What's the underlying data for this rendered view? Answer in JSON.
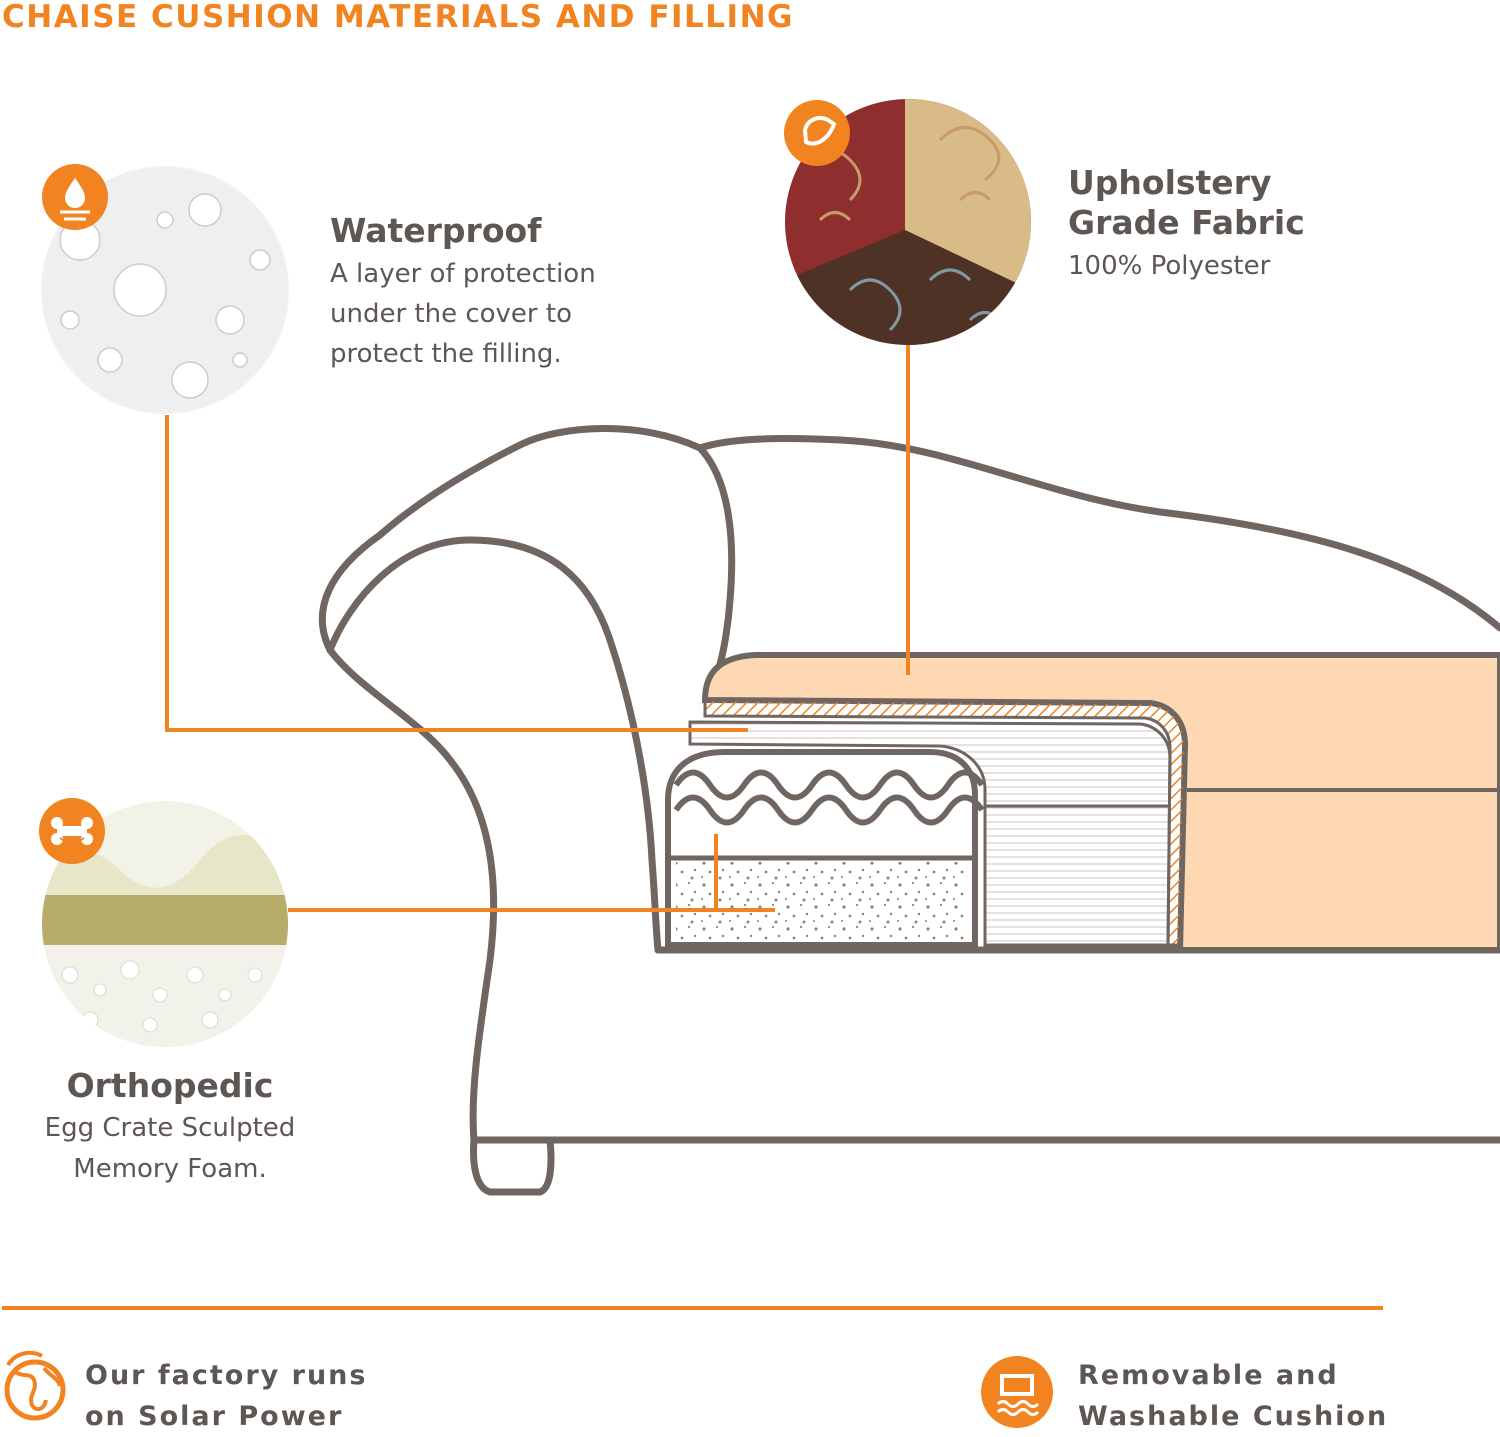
{
  "heading": "CHAISE CUSHION MATERIALS AND FILLING",
  "features": {
    "waterproof": {
      "title": "Waterproof",
      "lines": [
        "A layer of protection",
        "under the cover to",
        "protect the filling."
      ],
      "icon": "water-drop-icon"
    },
    "fabric": {
      "title_lines": [
        "Upholstery",
        "Grade Fabric"
      ],
      "subtitle": "100% Polyester",
      "icon": "fabric-swatch-icon"
    },
    "orthopedic": {
      "title": "Orthopedic",
      "lines": [
        "Egg Crate Sculpted",
        "Memory Foam."
      ],
      "icon": "bone-icon"
    }
  },
  "footer": {
    "solar": {
      "lines": [
        "Our factory runs",
        "on Solar Power"
      ],
      "icon": "globe-icon"
    },
    "washable": {
      "lines": [
        "Removable and",
        "Washable Cushion"
      ],
      "icon": "washing-icon"
    }
  },
  "colors": {
    "accent": "#f28321",
    "text": "#5d5652",
    "outline": "#6f6662",
    "cushion": "#fed8b2"
  }
}
